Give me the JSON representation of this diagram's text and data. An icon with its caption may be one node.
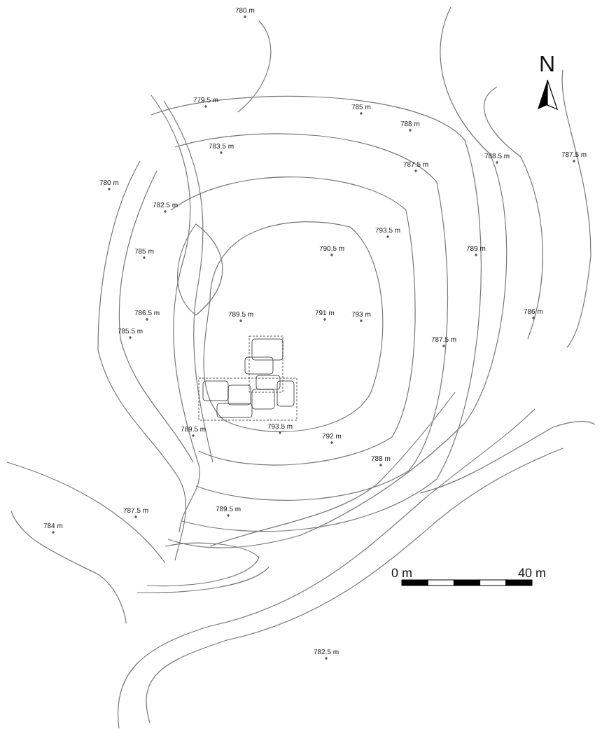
{
  "diagram": {
    "labels": [
      "780 m",
      "N",
      "779.5 m",
      "785 m",
      "788 m",
      "783.5 m",
      "788.5 m",
      "787.5 m",
      "787.5 m",
      "780 m",
      "782.5 m",
      "793.5 m",
      "790.5 m",
      "789 m",
      "785 m",
      "786 m",
      "791 m",
      "786.5 m",
      "789.5 m",
      "793 m",
      "785.5 m",
      "787.5 m",
      "793.5 m",
      "789.5 m",
      "792 m",
      "788 m",
      "789.5 m",
      "787.5 m",
      "784 m",
      "0 m",
      "40 m",
      "782.5 m"
    ]
  }
}
